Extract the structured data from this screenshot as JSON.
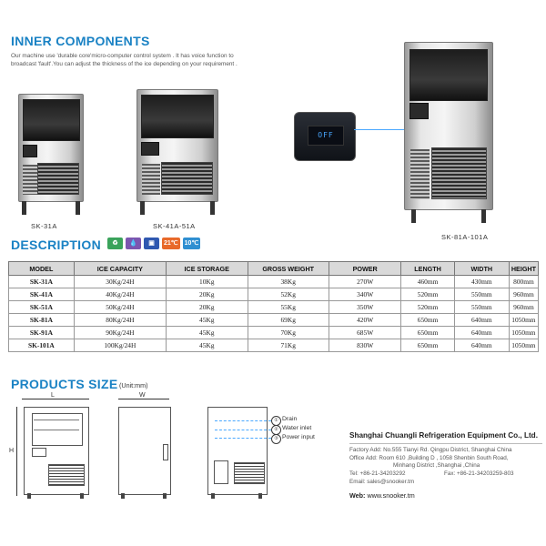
{
  "header": {
    "title": "INNER COMPONENTS",
    "intro": "Our machine use 'durable core'micro-computer control system . It has voice function to broadcast 'fault'.You can adjust the thickness of the ice depending on your requirement ."
  },
  "machines": {
    "caption_1": "SK-31A",
    "caption_2": "SK-41A-51A",
    "caption_3": "SK-81A-101A",
    "display_text": "OFF"
  },
  "description": {
    "title": "DESCRIPTION",
    "icons": [
      {
        "name": "recycle-icon",
        "label": "♻",
        "color": "#3aa35b"
      },
      {
        "name": "water-drop-icon",
        "label": "💧",
        "color": "#7c56b0"
      },
      {
        "name": "box-icon",
        "label": "▣",
        "color": "#2f58b0"
      },
      {
        "name": "temp-21-icon",
        "label": "21℃",
        "color": "#e8692a"
      },
      {
        "name": "temp-10-icon",
        "label": "10℃",
        "color": "#2f8fd1"
      }
    ]
  },
  "table": {
    "headers": [
      "MODEL",
      "ICE CAPACITY",
      "ICE STORAGE",
      "GROSS WEIGHT",
      "POWER",
      "LENGTH",
      "WIDTH",
      "HEIGHT"
    ],
    "rows": [
      [
        "SK-31A",
        "30Kg/24H",
        "10Kg",
        "38Kg",
        "270W",
        "460mm",
        "430mm",
        "800mm"
      ],
      [
        "SK-41A",
        "40Kg/24H",
        "20Kg",
        "52Kg",
        "340W",
        "520mm",
        "550mm",
        "960mm"
      ],
      [
        "SK-51A",
        "50Kg/24H",
        "20Kg",
        "55Kg",
        "350W",
        "520mm",
        "550mm",
        "960mm"
      ],
      [
        "SK-81A",
        "80Kg/24H",
        "45Kg",
        "69Kg",
        "420W",
        "650mm",
        "640mm",
        "1050mm"
      ],
      [
        "SK-91A",
        "90Kg/24H",
        "45Kg",
        "70Kg",
        "685W",
        "650mm",
        "640mm",
        "1050mm"
      ],
      [
        "SK-101A",
        "100Kg/24H",
        "45Kg",
        "71Kg",
        "830W",
        "650mm",
        "640mm",
        "1050mm"
      ]
    ]
  },
  "size": {
    "title": "PRODUCTS SIZE",
    "unit": "(Unit:mm)",
    "l_label": "L",
    "w_label": "W",
    "h_label": "H",
    "legend": [
      {
        "num": "①",
        "label": "Drain"
      },
      {
        "num": "②",
        "label": "Water inlet"
      },
      {
        "num": "③",
        "label": "Power input"
      }
    ]
  },
  "company": {
    "name": "Shanghai Chuangli Refrigeration Equipment Co., Ltd.",
    "factory": "Factory Add: No.555 Tianyi Rd. Qingpu District, Shanghai China",
    "office_1": "Office Add: Room 610 ,Building D , 1058 Shenbin South Road,",
    "office_2": "Minhang District ,Shanghai ,China",
    "tel": "Tel: +86-21-34203292",
    "fax": "Fax: +86-21-34203259-803",
    "email": "Email: sales@snooker.tm",
    "web_label": "Web:",
    "web_url": "www.snooker.tm"
  },
  "colors": {
    "accent": "#1a82c4",
    "table_header": "#d9d9d9"
  }
}
